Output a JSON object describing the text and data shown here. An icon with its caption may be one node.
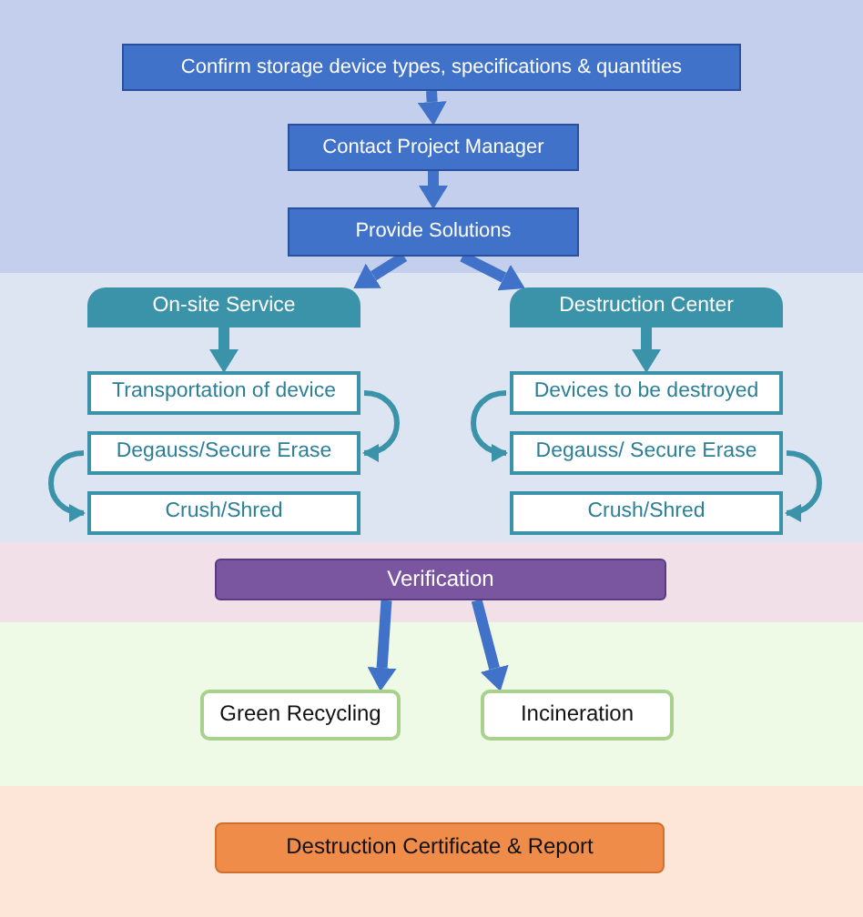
{
  "diagram": {
    "nodes": [
      {
        "text": [
          "Confirm storage device types, specifications & quantities"
        ]
      },
      {
        "text": [
          "Contact Project Manager"
        ]
      },
      {
        "text": [
          "Provide Solutions"
        ]
      },
      {
        "text": [
          "On-site Service"
        ]
      },
      {
        "text": [
          "Destruction Center"
        ]
      },
      {
        "text": [
          "Transportation of device"
        ]
      },
      {
        "text": [
          "Degauss/Secure Erase"
        ]
      },
      {
        "text": [
          "Crush/Shred"
        ]
      },
      {
        "text": [
          "Devices to be destroyed"
        ]
      },
      {
        "text": [
          "Degauss/ Secure Erase"
        ]
      },
      {
        "text": [
          "Crush/Shred"
        ]
      },
      {
        "text": [
          "Verification"
        ]
      },
      {
        "text": [
          "Green Recycling"
        ]
      },
      {
        "text": [
          "Incineration"
        ]
      },
      {
        "text": [
          "Destruction Certificate & Report"
        ]
      }
    ],
    "edges": [
      {
        "from": 0,
        "to": 1,
        "arrow": "to"
      },
      {
        "from": 1,
        "to": 2,
        "arrow": "to"
      },
      {
        "from": 2,
        "to": 3,
        "arrow": "to"
      },
      {
        "from": 2,
        "to": 4,
        "arrow": "to"
      },
      {
        "from": 3,
        "to": 5,
        "arrow": "to",
        "color": "#3a93a8"
      },
      {
        "from": 4,
        "to": 8,
        "arrow": "to",
        "color": "#3a93a8"
      },
      {
        "from": 5,
        "to": 6,
        "arrow": "to",
        "color": "#3a93a8"
      },
      {
        "from": 6,
        "to": 7,
        "arrow": "to",
        "color": "#3a93a8"
      },
      {
        "from": 8,
        "to": 9,
        "arrow": "to",
        "color": "#3a93a8"
      },
      {
        "from": 9,
        "to": 10,
        "arrow": "to",
        "color": "#3a93a8"
      },
      {
        "from": 11,
        "to": 12,
        "arrow": "to"
      },
      {
        "from": 11,
        "to": 13,
        "arrow": "to"
      }
    ]
  }
}
